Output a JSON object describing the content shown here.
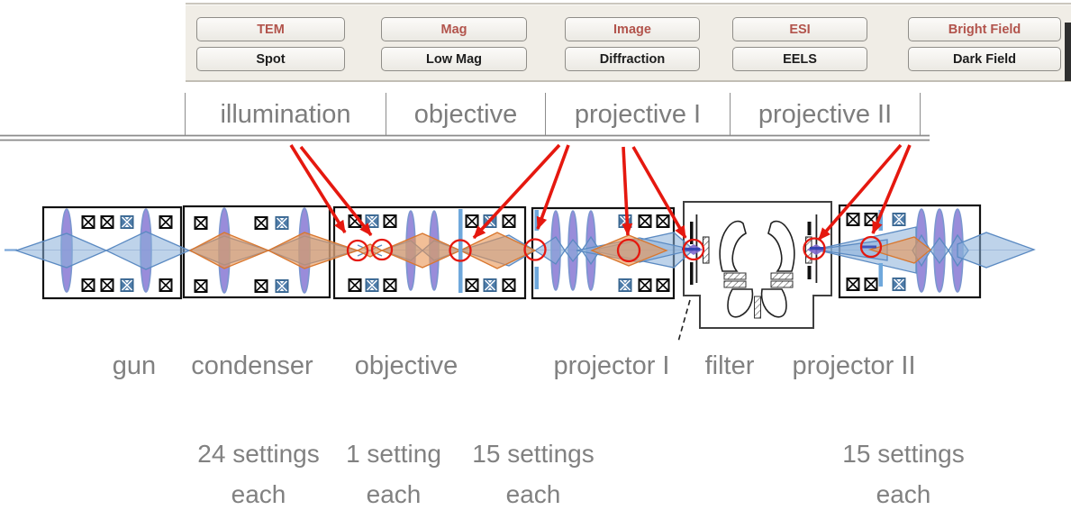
{
  "toolbar": {
    "groups": [
      {
        "primary": "TEM",
        "secondary": "Spot"
      },
      {
        "primary": "Mag",
        "secondary": "Low Mag"
      },
      {
        "primary": "Image",
        "secondary": "Diffraction"
      },
      {
        "primary": "ESI",
        "secondary": "EELS"
      },
      {
        "primary": "Bright Field",
        "secondary": "Dark Field"
      }
    ],
    "primary_text_color": "#b2544c",
    "secondary_text_color": "#1d1d1d"
  },
  "column_headers": {
    "items": [
      {
        "label": "illumination"
      },
      {
        "label": "objective"
      },
      {
        "label": "projective I"
      },
      {
        "label": "projective II"
      }
    ]
  },
  "stages": [
    {
      "label": "gun"
    },
    {
      "label": "condenser",
      "settings": "24 settings",
      "each": "each"
    },
    {
      "label": "objective",
      "settings": "1 setting",
      "each": "each"
    },
    {
      "label": "projector I",
      "settings": "15 settings",
      "each": "each"
    },
    {
      "label": "filter"
    },
    {
      "label": "projector II",
      "settings": "15 settings",
      "each": "each"
    }
  ],
  "diagram": {
    "crossover_marker_count": 8,
    "colors": {
      "beam_blue": "#89aed8",
      "beam_orange": "#ea9452",
      "lens_purple": "#8273d2",
      "deflector_blue": "#4e7ca9",
      "aperture_blue": "#6fa8dc",
      "highlight_red": "#e5180f",
      "label_gray": "#818181"
    }
  }
}
